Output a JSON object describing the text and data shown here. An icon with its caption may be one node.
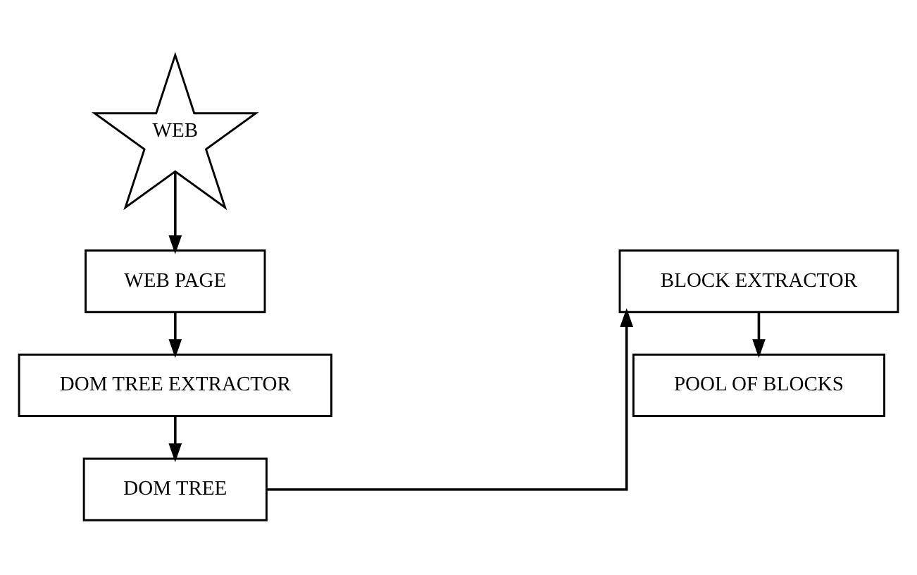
{
  "diagram": {
    "nodes": [
      {
        "text": [
          "WEB"
        ]
      },
      {
        "text": [
          "WEB PAGE"
        ]
      },
      {
        "text": [
          "DOM TREE EXTRACTOR"
        ]
      },
      {
        "text": [
          "DOM TREE"
        ]
      },
      {
        "text": [
          "BLOCK EXTRACTOR"
        ]
      },
      {
        "text": [
          "POOL OF BLOCKS"
        ]
      }
    ],
    "edges": [
      {
        "from": 0,
        "to": 1,
        "arrow": "to"
      },
      {
        "from": 1,
        "to": 2,
        "arrow": "to"
      },
      {
        "from": 2,
        "to": 3,
        "arrow": "to"
      },
      {
        "from": 3,
        "to": 4,
        "arrow": "to"
      },
      {
        "from": 4,
        "to": 5,
        "arrow": "to"
      }
    ]
  }
}
